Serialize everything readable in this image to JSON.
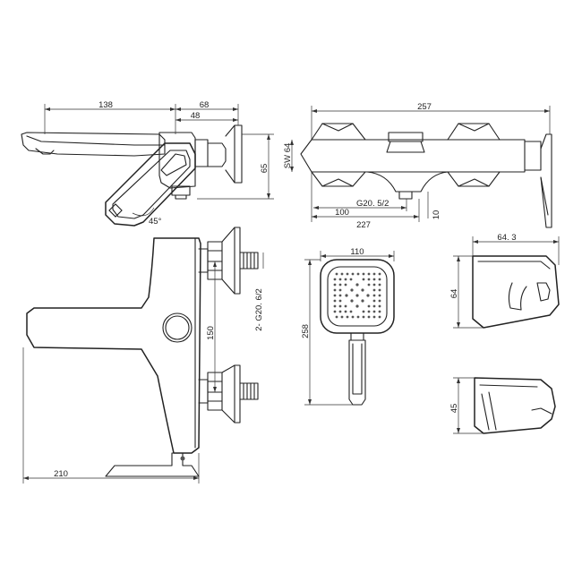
{
  "colors": {
    "line": "#222222",
    "background": "#ffffff"
  },
  "views": {
    "side_view": {
      "dims": {
        "spout_length": "138",
        "body_depth": "68",
        "inlet_depth": "48",
        "height": "65",
        "lever_angle": "45°"
      }
    },
    "top_view": {
      "dims": {
        "overall_width": "257",
        "wrench": "SW 64",
        "outlet_thread": "G20. 5/2",
        "center_left": "100",
        "left_to_outlet": "227",
        "outlet_drop": "10"
      }
    },
    "front_view": {
      "dims": {
        "overall_depth": "210",
        "inlet_spacing": "150",
        "inlet_thread": "2- G20. 6/2"
      }
    },
    "hand_shower": {
      "dims": {
        "head_width": "110",
        "total_length": "258"
      }
    },
    "holder_side": {
      "dims": {
        "width": "64. 3",
        "height": "64"
      }
    },
    "holder_bottom": {
      "dims": {
        "height": "45"
      }
    }
  }
}
